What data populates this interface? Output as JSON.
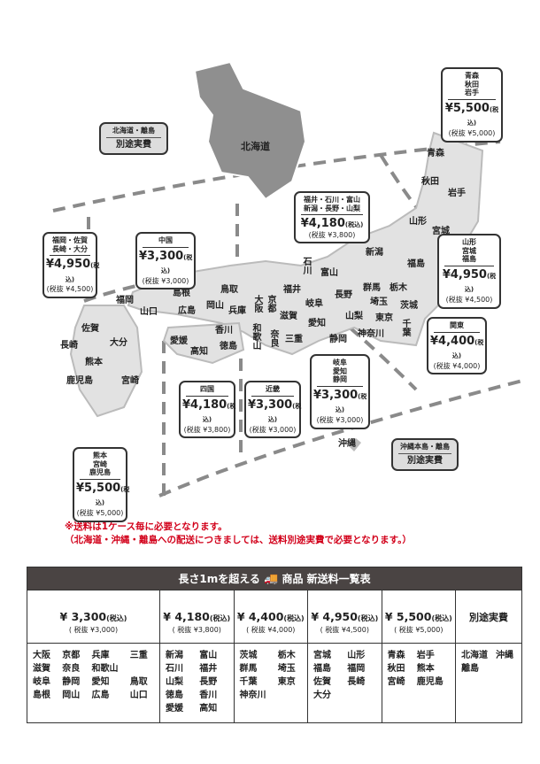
{
  "map": {
    "hokkaido": "北海道",
    "prefectures": [
      "青森",
      "秋田",
      "岩手",
      "山形",
      "宮城",
      "新潟",
      "福島",
      "石川",
      "富山",
      "群馬",
      "栃木",
      "福井",
      "長野",
      "埼玉",
      "茨城",
      "岐阜",
      "山梨",
      "東京",
      "千葉",
      "神奈川",
      "愛知",
      "静岡",
      "滋賀",
      "三重",
      "京都",
      "大阪",
      "奈良",
      "和歌山",
      "兵庫",
      "鳥取",
      "島根",
      "岡山",
      "広島",
      "山口",
      "香川",
      "愛媛",
      "徳島",
      "高知",
      "福岡",
      "佐賀",
      "長崎",
      "大分",
      "熊本",
      "宮崎",
      "鹿児島",
      "沖縄"
    ],
    "callouts": [
      {
        "region": "北海道・離島",
        "price": "別途実費"
      },
      {
        "region": "青森\n秋田\n岩手",
        "price": "¥5,500",
        "tax": "(税込)",
        "ex": "(税抜 ¥5,000)"
      },
      {
        "region": "福井・石川・富山\n新潟・長野・山梨",
        "price": "¥4,180",
        "tax": "(税込)",
        "ex": "(税抜 ¥3,800)"
      },
      {
        "region": "中国",
        "price": "¥3,300",
        "tax": "(税込)",
        "ex": "(税抜 ¥3,000)"
      },
      {
        "region": "福岡・佐賀\n長崎・大分",
        "price": "¥4,950",
        "tax": "(税込)",
        "ex": "(税抜 ¥4,500)"
      },
      {
        "region": "山形\n宮城\n福島",
        "price": "¥4,950",
        "tax": "(税込)",
        "ex": "(税抜 ¥4,500)"
      },
      {
        "region": "関東",
        "price": "¥4,400",
        "tax": "(税込)",
        "ex": "(税抜 ¥4,000)"
      },
      {
        "region": "四国",
        "price": "¥4,180",
        "tax": "(税込)",
        "ex": "(税抜 ¥3,800)"
      },
      {
        "region": "近畿",
        "price": "¥3,300",
        "tax": "(税込)",
        "ex": "(税抜 ¥3,000)"
      },
      {
        "region": "岐阜\n愛知\n静岡",
        "price": "¥3,300",
        "tax": "(税込)",
        "ex": "(税抜 ¥3,000)"
      },
      {
        "region": "熊本\n宮崎\n鹿児島",
        "price": "¥5,500",
        "tax": "(税込)",
        "ex": "(税抜 ¥5,000)"
      },
      {
        "region": "沖縄本島・離島",
        "price": "別途実費"
      }
    ]
  },
  "notes": [
    "※送料は1ケース毎に必要となります。",
    "（北海道・沖縄・離島への配送につきましては、送料別途実費で必要となります。）"
  ],
  "table": {
    "title_pre": "長さ1mを超える",
    "title_post": "商品 新送料一覧表",
    "columns": [
      {
        "price": "¥ 3,300",
        "tax": "(税込)",
        "ex": "( 税抜 ¥3,000)",
        "prefs": [
          "大阪",
          "京都",
          "兵庫",
          "三重",
          "滋賀",
          "奈良",
          "和歌山",
          "",
          "岐阜",
          "静岡",
          "愛知",
          "鳥取",
          "島根",
          "岡山",
          "広島",
          "山口"
        ],
        "cols": 4
      },
      {
        "price": "¥ 4,180",
        "tax": "(税込)",
        "ex": "( 税抜 ¥3,800)",
        "prefs": [
          "新潟",
          "富山",
          "石川",
          "福井",
          "山梨",
          "長野",
          "徳島",
          "香川",
          "愛媛",
          "高知"
        ],
        "cols": 2
      },
      {
        "price": "¥ 4,400",
        "tax": "(税込)",
        "ex": "( 税抜 ¥4,000)",
        "prefs": [
          "茨城",
          "栃木",
          "群馬",
          "埼玉",
          "千葉",
          "東京",
          "神奈川"
        ],
        "cols": 2
      },
      {
        "price": "¥ 4,950",
        "tax": "(税込)",
        "ex": "( 税抜 ¥4,500)",
        "prefs": [
          "宮城",
          "山形",
          "福島",
          "福岡",
          "佐賀",
          "長崎",
          "大分"
        ],
        "cols": 2
      },
      {
        "price": "¥ 5,500",
        "tax": "(税込)",
        "ex": "( 税抜 ¥5,000)",
        "prefs": [
          "青森",
          "岩手",
          "秋田",
          "熊本",
          "宮崎",
          "鹿児島"
        ],
        "cols": 2
      },
      {
        "price": "別途実費",
        "prefs": [
          "北海道",
          "沖縄",
          "離島"
        ],
        "cols": 2
      }
    ]
  }
}
